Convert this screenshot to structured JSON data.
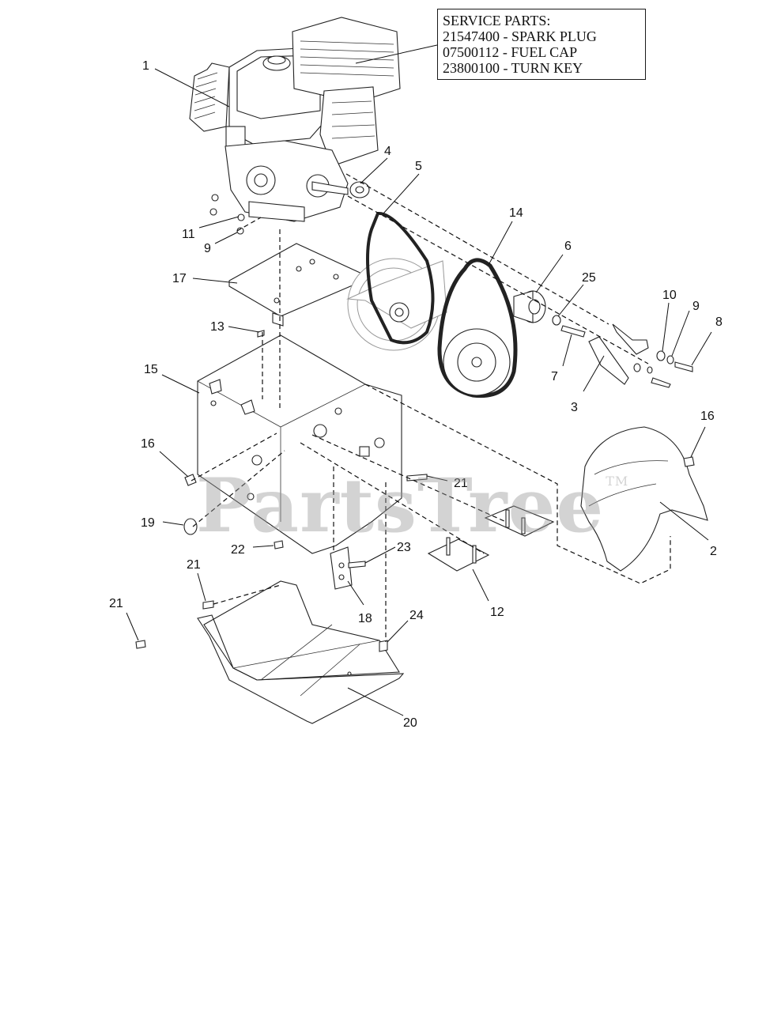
{
  "service_parts": {
    "heading": "SERVICE PARTS:",
    "lines": [
      "21547400 - SPARK PLUG",
      "07500112 - FUEL CAP",
      "23800100 - TURN KEY"
    ]
  },
  "watermark": {
    "text": "PartsTree",
    "tm": "TM"
  },
  "callouts": {
    "c1": "1",
    "c2": "2",
    "c3": "3",
    "c4": "4",
    "c5": "5",
    "c6": "6",
    "c7": "7",
    "c8": "8",
    "c9a": "9",
    "c9b": "9",
    "c10": "10",
    "c11": "11",
    "c12": "12",
    "c13": "13",
    "c14": "14",
    "c15": "15",
    "c16a": "16",
    "c16b": "16",
    "c17": "17",
    "c18": "18",
    "c19": "19",
    "c20": "20",
    "c21a": "21",
    "c21b": "21",
    "c21c": "21",
    "c22": "22",
    "c23": "23",
    "c24": "24",
    "c25": "25"
  }
}
